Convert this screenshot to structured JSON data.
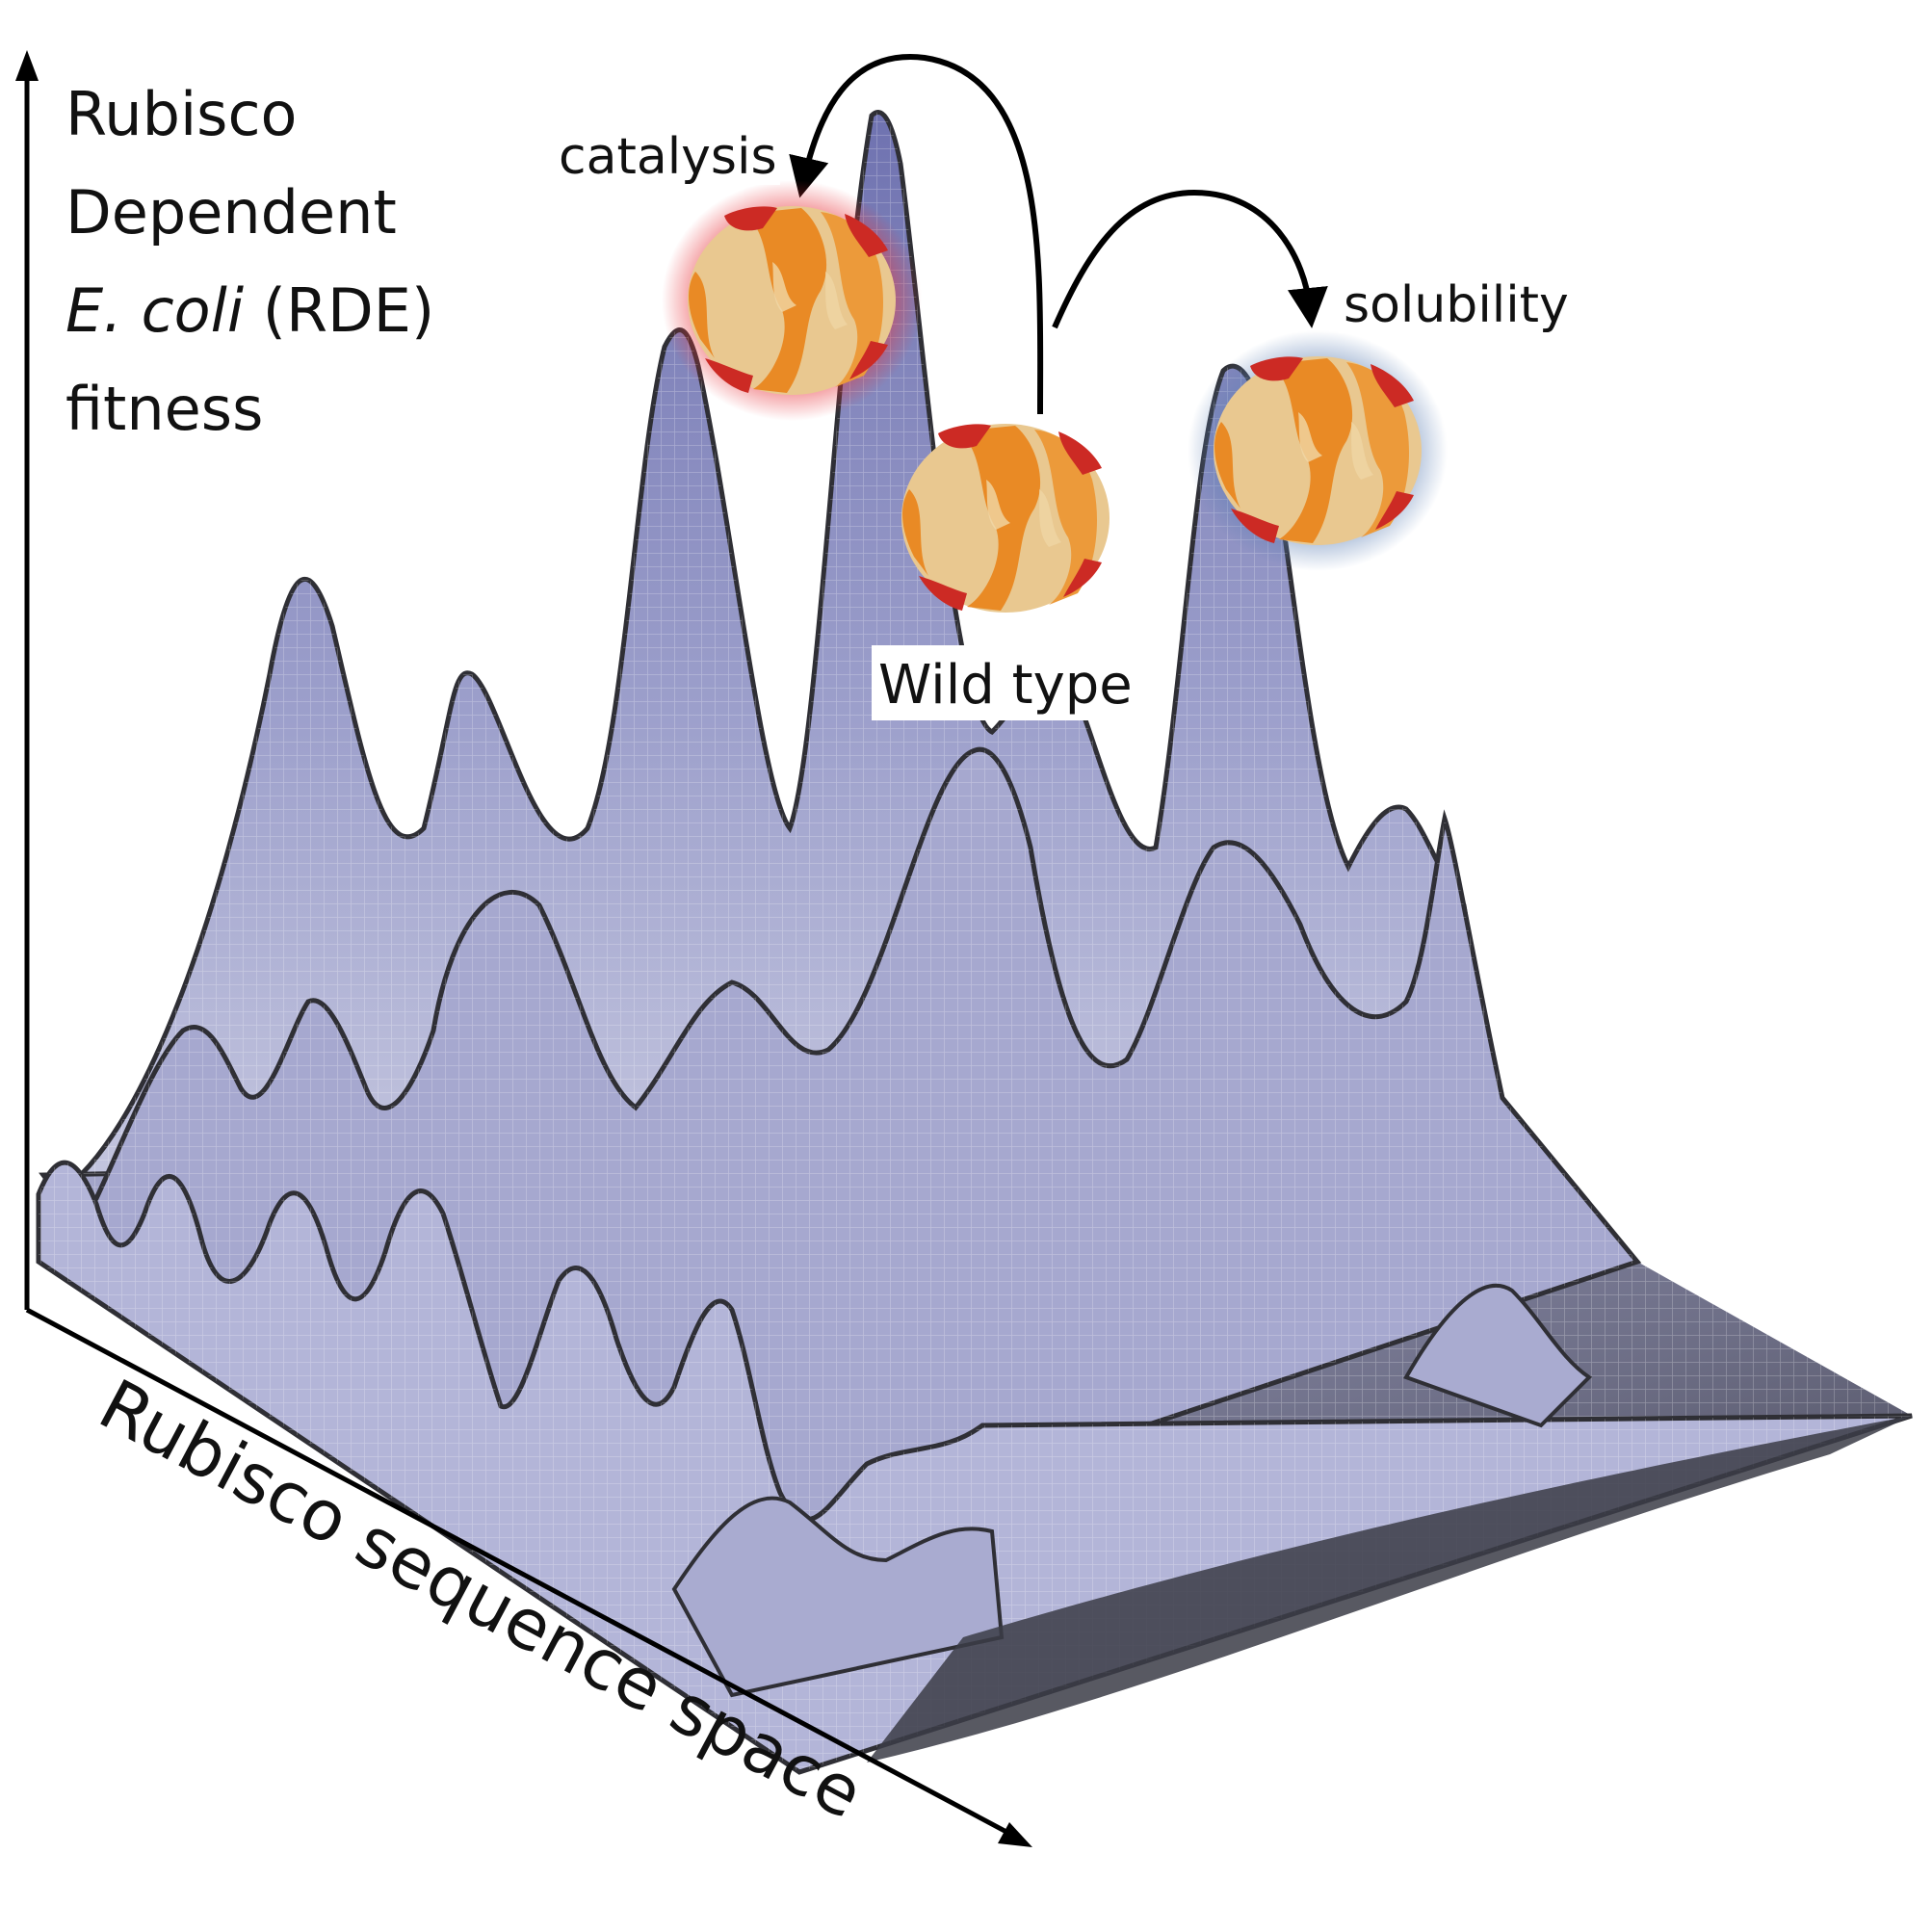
{
  "axes": {
    "y_label_lines": [
      {
        "parts": [
          {
            "text": "Rubisco",
            "italic": false
          }
        ]
      },
      {
        "parts": [
          {
            "text": "Dependent",
            "italic": false
          }
        ]
      },
      {
        "parts": [
          {
            "text": "E. coli",
            "italic": true
          },
          {
            "text": " (RDE)",
            "italic": false
          }
        ]
      },
      {
        "parts": [
          {
            "text": "fitness",
            "italic": false
          }
        ]
      }
    ],
    "x_label": "Rubisco sequence space"
  },
  "annotations": {
    "catalysis": "catalysis",
    "solubility": "solubility",
    "wild_type": "Wild type"
  },
  "colors": {
    "surface_fill": "#a9abd0",
    "surface_shade": "#5b5e9e",
    "surface_edge": "#2f2f35",
    "catalysis_glow": "#e8323a",
    "solubility_glow": "#5c7fb4",
    "protein_light": "#e8c98e",
    "protein_mid": "#e98a25",
    "protein_dark": "#cc2a24"
  }
}
